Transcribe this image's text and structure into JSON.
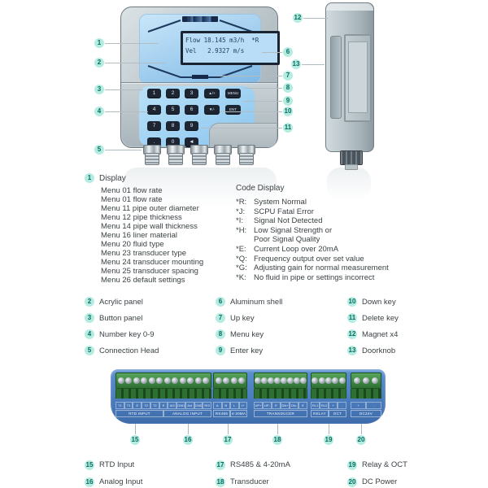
{
  "colors": {
    "accent_teal": "#0d7a6e",
    "callout_bg": "#b4ece0",
    "terminal_panel_blue": "#4a7fc0",
    "terminal_green": "#2e7d32",
    "lcd_blue": "#bfe2f8",
    "device_gray": "#bcc7cc",
    "text": "#3b4245"
  },
  "device": {
    "lcd_lines": [
      "Flow 18.145 m3/h  *R",
      "Vel   2.9327 m/s"
    ],
    "keypad": {
      "number_keys": [
        "1",
        "2",
        "3",
        "4",
        "5",
        "6",
        "7",
        "8",
        "9",
        ".",
        "0",
        "◄"
      ],
      "function_keys": [
        "▲/+",
        "MENU",
        "▼/-",
        "ENT"
      ]
    }
  },
  "callouts": {
    "device": [
      "1",
      "2",
      "3",
      "4",
      "5",
      "6",
      "7",
      "8",
      "9",
      "10",
      "11",
      "12",
      "13"
    ],
    "terminal": [
      "15",
      "16",
      "17",
      "18",
      "19",
      "20"
    ]
  },
  "display_legend": {
    "num": "1",
    "title": "Display",
    "menu_items": [
      "Menu 01 flow rate",
      "Menu 01 flow rate",
      "Menu 11 pipe outer diameter",
      "Menu 12 pipe thickness",
      "Menu 14 pipe wall thickness",
      "Menu 16 liner material",
      "Menu 20 fluid type",
      "Menu 23 transducer type",
      "Menu 24 transducer mounting",
      "Menu 25 transducer spacing",
      "Menu 26 default settings"
    ]
  },
  "code_legend": {
    "title": "Code Display",
    "items": [
      {
        "code": "*R:",
        "text": "System Normal"
      },
      {
        "code": "*J:",
        "text": "SCPU Fatal Error"
      },
      {
        "code": "*I:",
        "text": "Signal Not Detected"
      },
      {
        "code": "*H:",
        "text": "Low Signal Strength or"
      },
      {
        "code": "",
        "text": "Poor Signal Quality"
      },
      {
        "code": "*E:",
        "text": "Current Loop over 20mA"
      },
      {
        "code": "*Q:",
        "text": "Frequency output over set value"
      },
      {
        "code": "*G:",
        "text": "Adjusting gain for normal measurement"
      },
      {
        "code": "*K:",
        "text": "No fluid in pipe or settings incorrect"
      }
    ]
  },
  "parts_legend": {
    "col1": [
      {
        "num": "2",
        "label": "Acrylic panel"
      },
      {
        "num": "3",
        "label": "Button panel"
      },
      {
        "num": "4",
        "label": "Number key 0-9"
      },
      {
        "num": "5",
        "label": "Connection Head"
      }
    ],
    "col2": [
      {
        "num": "6",
        "label": "Aluminum shell"
      },
      {
        "num": "7",
        "label": "Up key"
      },
      {
        "num": "8",
        "label": "Menu key"
      },
      {
        "num": "9",
        "label": "Enter key"
      }
    ],
    "col3": [
      {
        "num": "10",
        "label": "Down key"
      },
      {
        "num": "11",
        "label": "Delete key"
      },
      {
        "num": "12",
        "label": "Magnet x4"
      },
      {
        "num": "13",
        "label": "Doorknob"
      }
    ]
  },
  "terminal": {
    "blocks": [
      {
        "terminals": [
          "T1",
          "T1",
          "E",
          "T2",
          "T2",
          "E",
          "AI3",
          "GND",
          "AI4",
          "GND",
          "RIS"
        ],
        "groups": [
          "RTD INPUT",
          "ANALOG INPUT"
        ],
        "screws": 12
      },
      {
        "terminals": [
          "A",
          "B",
          "I-",
          "I+"
        ],
        "groups": [
          "RS485",
          "4-20MA"
        ],
        "screws": 4
      },
      {
        "terminals": [
          "UP+",
          "UP-",
          "E",
          "DN+",
          "DN-",
          "E"
        ],
        "groups": [
          "TRANSDUCER"
        ],
        "screws": 8
      },
      {
        "terminals": [
          "RL1",
          "RL2",
          "+",
          "-"
        ],
        "groups": [
          "RELAY",
          "OCT"
        ],
        "screws": 5
      },
      {
        "terminals": [
          "+",
          "-"
        ],
        "groups": [
          "DC24V"
        ],
        "screws": 3
      }
    ]
  },
  "terminal_legend": {
    "col1": [
      {
        "num": "15",
        "label": "RTD Input"
      },
      {
        "num": "16",
        "label": "Analog Input"
      }
    ],
    "col2": [
      {
        "num": "17",
        "label": "RS485 & 4-20mA"
      },
      {
        "num": "18",
        "label": "Transducer"
      }
    ],
    "col3": [
      {
        "num": "19",
        "label": "Relay & OCT"
      },
      {
        "num": "20",
        "label": "DC Power"
      }
    ]
  }
}
